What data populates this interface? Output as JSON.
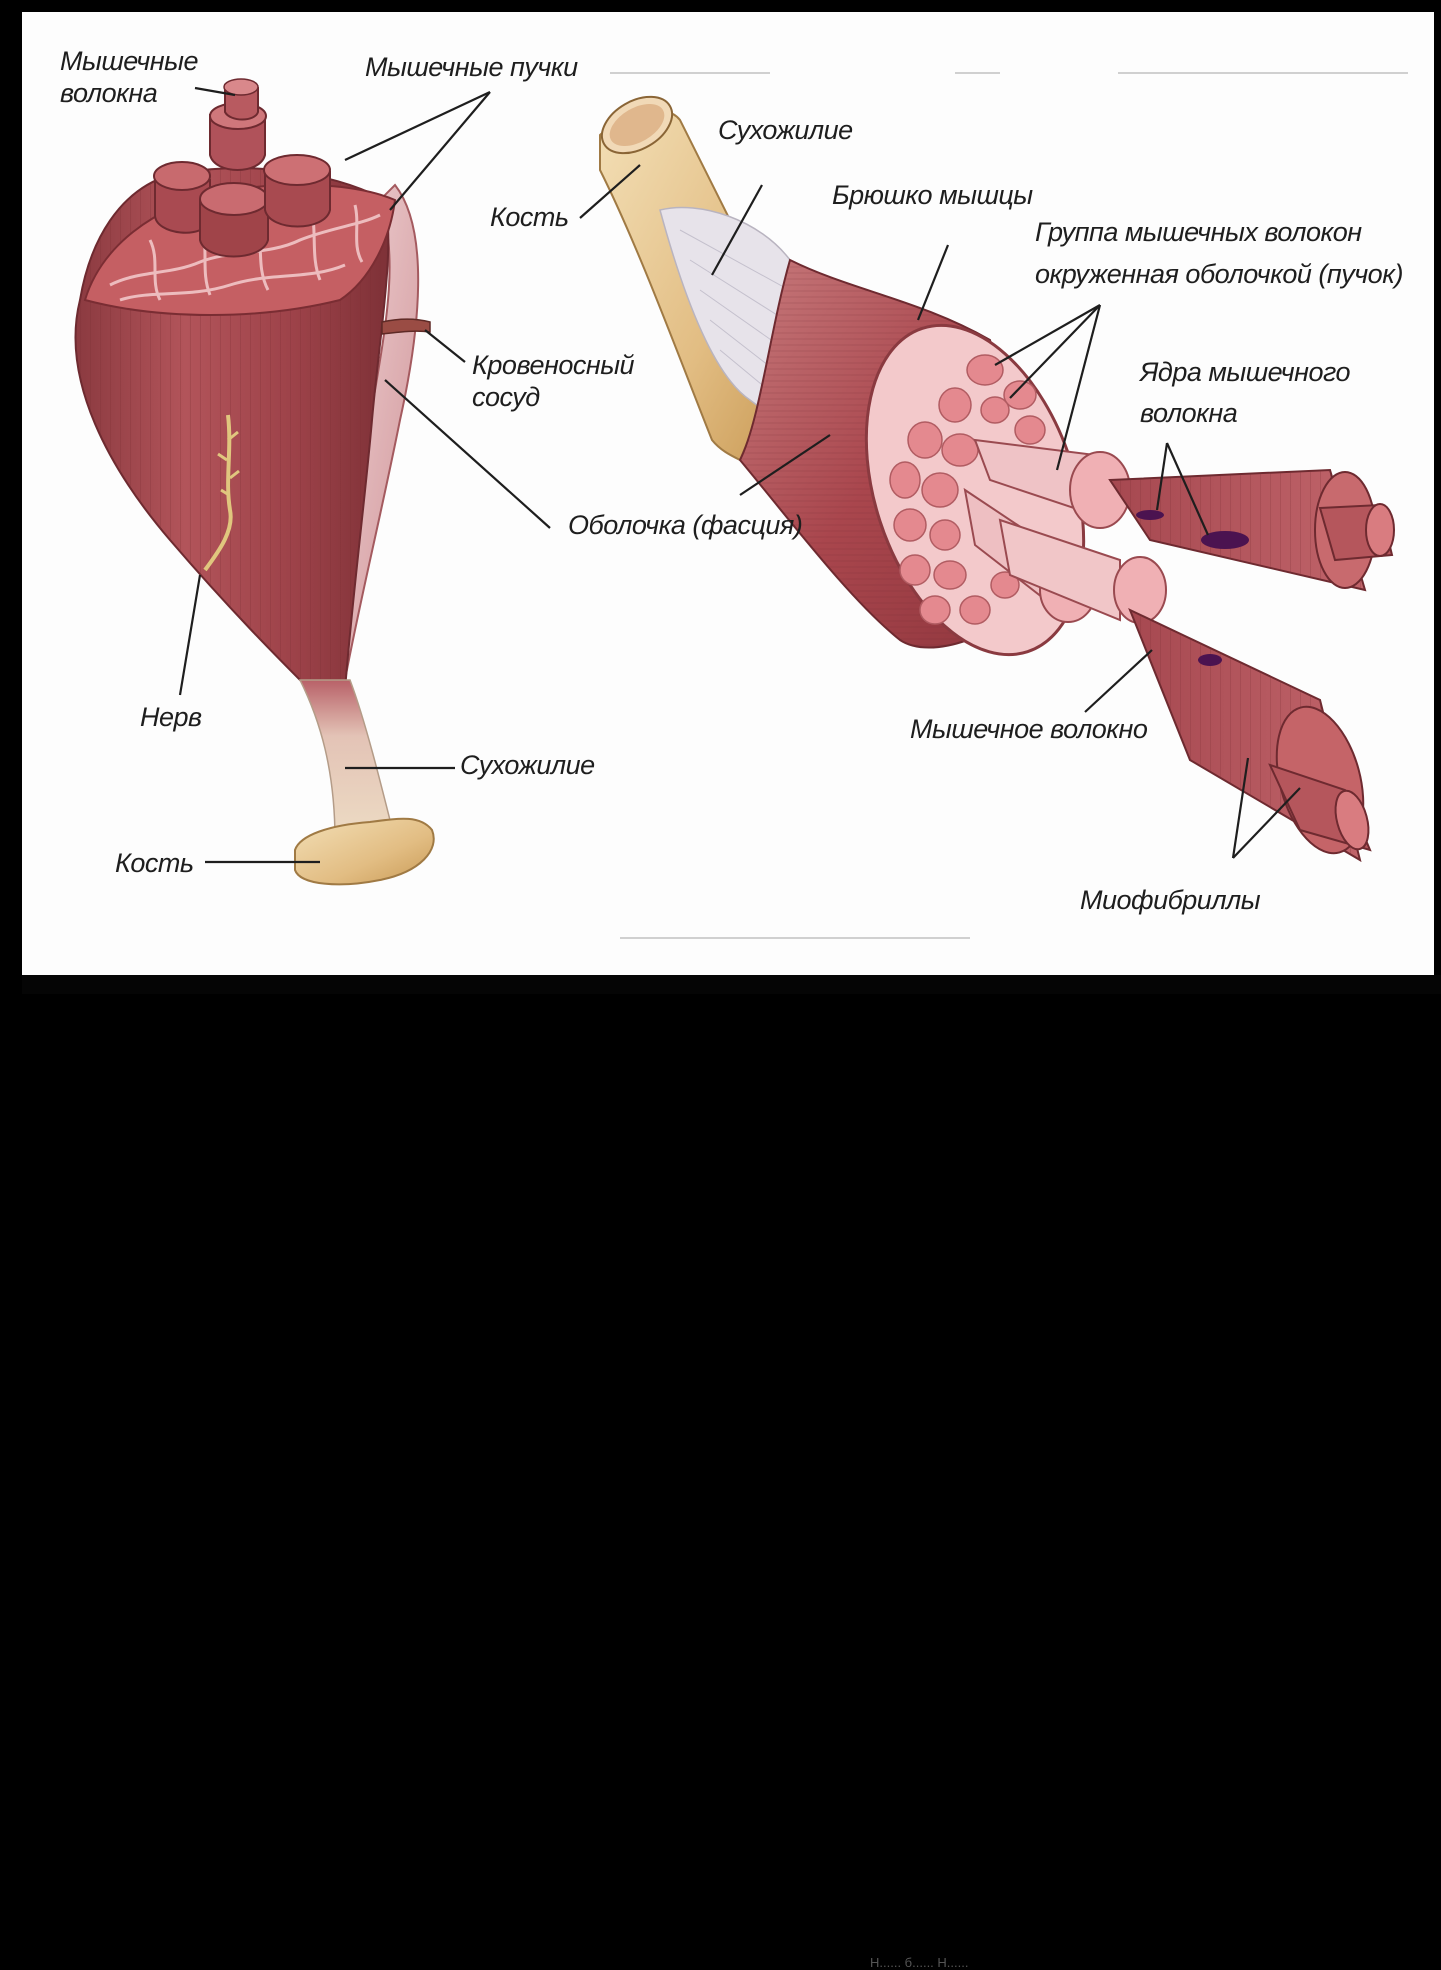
{
  "labels": {
    "muscle_fibers": "Мышечные\nволокна",
    "muscle_bundles": "Мышечные пучки",
    "blood_vessel": "Кровеносный\nсосуд",
    "fascia": "Оболочка (фасция)",
    "nerve": "Нерв",
    "tendon_left": "Сухожилие",
    "bone_left": "Кость",
    "tendon_right": "Сухожилие",
    "bone_right": "Кость",
    "muscle_belly": "Брюшко мышцы",
    "fiber_group": "Группа мышечных волокон\nокруженная оболочкой (пучок)",
    "fiber_nuclei": "Ядра мышечного\nволокна",
    "muscle_fiber": "Мышечное волокно",
    "myofibrils": "Миофибриллы"
  },
  "footer": "Н...... б...... Н......",
  "colors": {
    "muscle_dark": "#8e3a42",
    "muscle_mid": "#b5565c",
    "muscle_light": "#d9898c",
    "fascicle_pink": "#e8a1a6",
    "tendon": "#e6d3b5",
    "bone": "#e9c88a",
    "nucleus": "#4b1350"
  }
}
